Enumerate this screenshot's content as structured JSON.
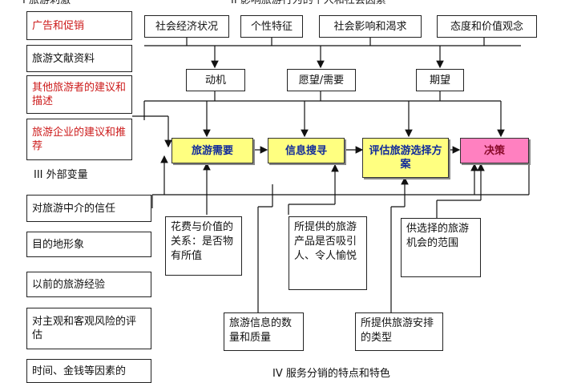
{
  "sections": {
    "top_left_fragment": "I 旅游刺激",
    "top_center_fragment": "II 影响旅游行为的个人和社会因素",
    "external": "III 外部变量",
    "bottom_fragment": "IV 服务分销的特点和特色"
  },
  "stimuli": [
    {
      "text": "广告和促销",
      "color": "red"
    },
    {
      "text": "旅游文献资料",
      "color": "black"
    },
    {
      "text": "其他旅游者的建议和描述",
      "color": "red"
    },
    {
      "text": "旅游企业的建议和推荐",
      "color": "red"
    }
  ],
  "external_vars": [
    "对旅游中介的信任",
    "目的地形象",
    "以前的旅游经验",
    "对主观和客观风险的评估",
    "时间、金钱等因素的"
  ],
  "factors": [
    "社会经济状况",
    "个性特征",
    "社会影响和渴求",
    "态度和价值观念"
  ],
  "drivers": [
    "动机",
    "愿望/需要",
    "期望"
  ],
  "stages": [
    "旅游需要",
    "信息搜寻",
    "评估旅游选择方案",
    "决策"
  ],
  "notes": {
    "cost_value": "花费与价值的关系：是否物有所值",
    "product_appeal": "所提供的旅游产品是否吸引人、令人愉悦",
    "range": "供选择的旅游机会的范围",
    "info_quality": "旅游信息的数量和质量",
    "arrangement": "所提供旅游安排的类型"
  },
  "colors": {
    "stage_yellow": "#ffff80",
    "stage_pink": "#ff80c0",
    "stage_text": "#102a9a",
    "red_text": "#cc1a1a"
  }
}
